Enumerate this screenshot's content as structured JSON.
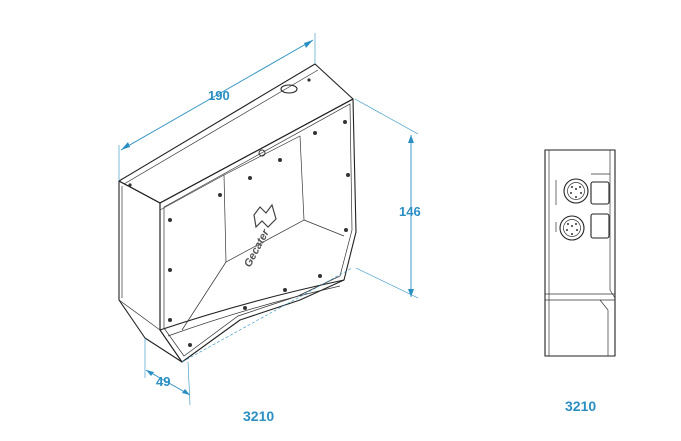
{
  "dimensions": {
    "width": "190",
    "height": "146",
    "depth": "49"
  },
  "captions": {
    "left": "3210",
    "right": "3210"
  },
  "brand": "Gecater",
  "colors": {
    "dimension": "#2a8fc2",
    "outline": "#222222",
    "background": "#ffffff"
  }
}
